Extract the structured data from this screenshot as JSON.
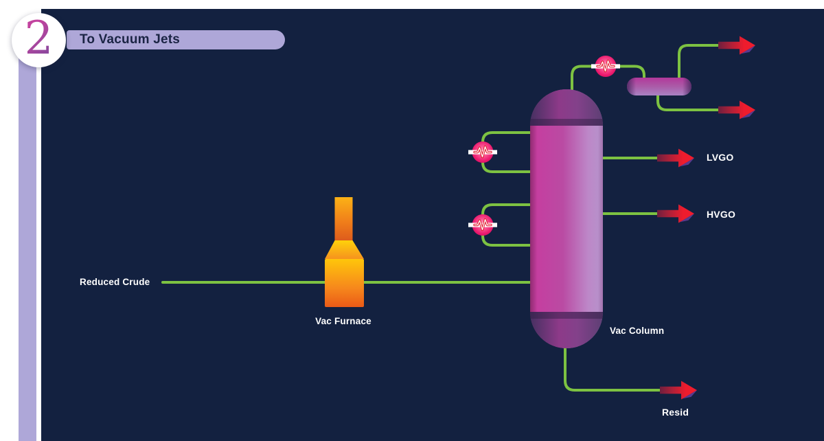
{
  "step": {
    "number": "2",
    "title": "To Vacuum Jets"
  },
  "labels": {
    "feed": "Reduced Crude",
    "furnace": "Vac Furnace",
    "column": "Vac Column",
    "lvgo": "LVGO",
    "hvgo": "HVGO",
    "resid": "Resid"
  },
  "diagram": {
    "type": "process-flow",
    "equipment": [
      {
        "id": "vac-furnace",
        "label": "Vac Furnace",
        "shape": "furnace"
      },
      {
        "id": "vac-column",
        "label": "Vac Column",
        "shape": "vertical-column"
      },
      {
        "id": "overhead-drum",
        "label": "",
        "shape": "horizontal-drum"
      },
      {
        "id": "heat-exchanger-icons",
        "label": "",
        "shape": "pulse-circle",
        "count": 3
      }
    ],
    "streams": [
      {
        "label": "Reduced Crude",
        "path": "feed line through Vac Furnace into Vac Column"
      },
      {
        "label": "",
        "path": "column overhead through exchanger to drum"
      },
      {
        "label": "",
        "path": "drum top outlet to right arrow"
      },
      {
        "label": "",
        "path": "drum bottom outlet to right arrow"
      },
      {
        "label": "LVGO",
        "path": "column side draw to right arrow"
      },
      {
        "label": "HVGO",
        "path": "column side draw to right arrow"
      },
      {
        "label": "Resid",
        "path": "column bottoms to right arrow"
      }
    ]
  },
  "icons": {
    "heat_exchanger": "heat-exchanger-pulse-icon",
    "flow_arrow": "flow-arrow-icon"
  },
  "colors": {
    "panel_bg": "#132140",
    "lavender": "#aea7d8",
    "pipe_green": "#7dc242",
    "arrow_red": "#ee1c2d",
    "arrow_red_dark": "#6f1f3e",
    "arrow_shadow_purple": "#5d3b92",
    "exchanger_pink": "#ec1a6e",
    "pulse_red": "#e11b2e",
    "column_magenta": "#c53ea0",
    "column_lavender": "#bd88c8",
    "dome_purple": "#5d3f74",
    "furnace_yellow": "#ffc60a",
    "furnace_orange": "#ea5a17",
    "banner_text": "#1b2444",
    "label_text": "#ffffff",
    "number_start": "#c2439e",
    "number_end": "#7e4a9e"
  }
}
